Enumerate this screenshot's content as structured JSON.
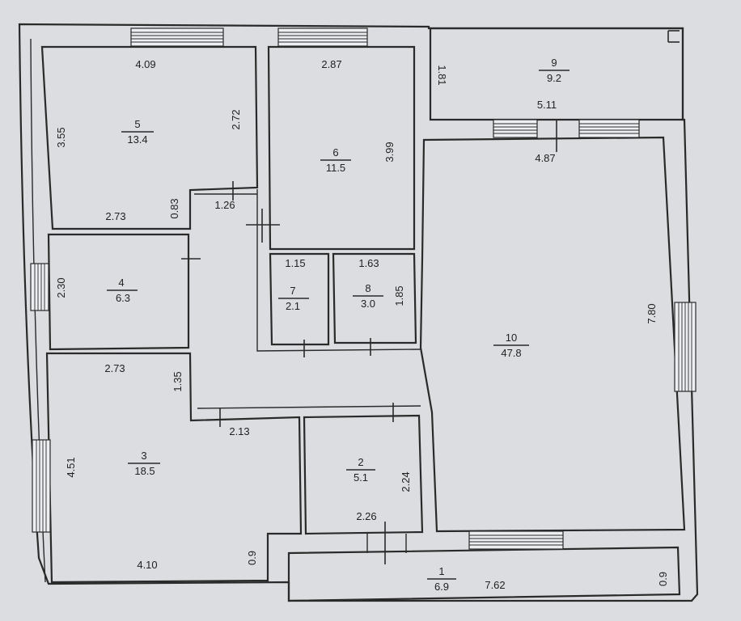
{
  "rooms": [
    {
      "id": "1",
      "number": "1",
      "area": "6.9"
    },
    {
      "id": "2",
      "number": "2",
      "area": "5.1"
    },
    {
      "id": "3",
      "number": "3",
      "area": "18.5"
    },
    {
      "id": "4",
      "number": "4",
      "area": "6.3"
    },
    {
      "id": "5",
      "number": "5",
      "area": "13.4"
    },
    {
      "id": "6",
      "number": "6",
      "area": "11.5"
    },
    {
      "id": "7",
      "number": "7",
      "area": "2.1"
    },
    {
      "id": "8",
      "number": "8",
      "area": "3.0"
    },
    {
      "id": "9",
      "number": "9",
      "area": "9.2"
    },
    {
      "id": "10",
      "number": "10",
      "area": "47.8"
    }
  ],
  "dimensions": {
    "r5_top": "4.09",
    "r5_left": "3.55",
    "r5_right": "2.72",
    "r5_bottom": "2.73",
    "r5_door": "0.83",
    "corridor_top": "1.26",
    "r6_top": "2.87",
    "r6_right": "3.99",
    "r9_left": "1.81",
    "r9_bottom": "5.11",
    "r10_top": "4.87",
    "r4_left": "2.30",
    "r7_top": "1.15",
    "r8_top": "1.63",
    "r8_right": "1.85",
    "r10_right": "7.80",
    "r3_top": "2.73",
    "r3_right": "1.35",
    "r3_left": "4.51",
    "r3_bottom": "4.10",
    "r3_step": "0.9",
    "corridor_bottom": "2.13",
    "r2_right": "2.24",
    "r2_bottom": "2.26",
    "r1_width": "7.62",
    "r1_height": "0.9"
  }
}
